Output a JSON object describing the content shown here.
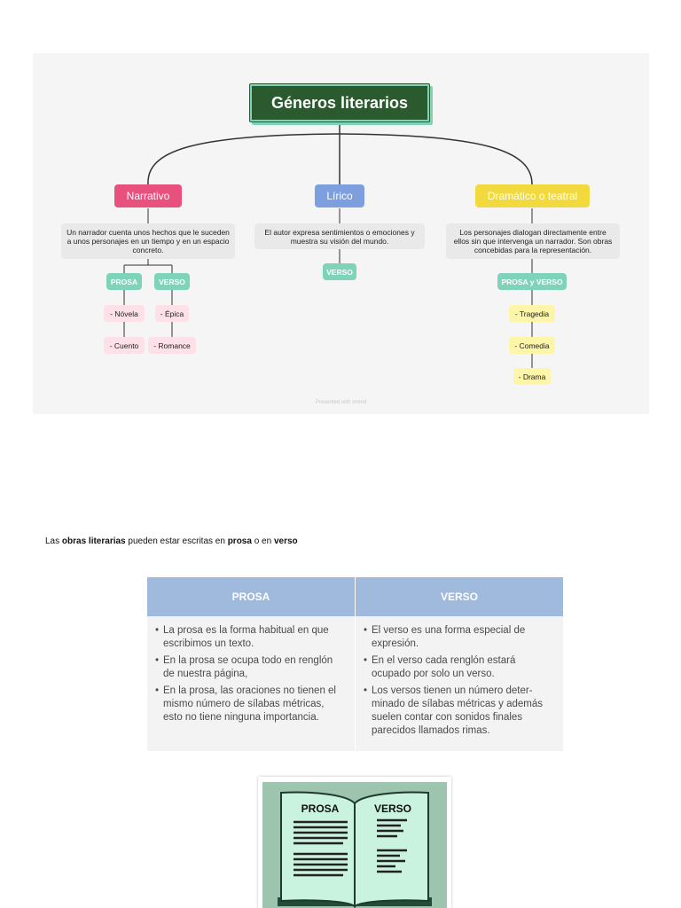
{
  "mindmap": {
    "title": "Géneros literarios",
    "narrativo": {
      "label": "Narrativo",
      "color": "#e8507e",
      "desc": "Un narrador cuenta unos hechos que le suceden a unos personajes en un tiempo y en un espacio concreto.",
      "forms": [
        {
          "label": "PROSA",
          "items": [
            "- Nóvela",
            "- Cuento"
          ]
        },
        {
          "label": "VERSO",
          "items": [
            "- Épica",
            "- Romance"
          ]
        }
      ]
    },
    "lirico": {
      "label": "Lírico",
      "color": "#7d9fde",
      "desc": "El autor expresa sentimientos o emociones y muestra su visión del mundo.",
      "form": "VERSO"
    },
    "dramatico": {
      "label": "Dramático o teatral",
      "color": "#f2d93e",
      "desc": "Los personajes dialogan directamente entre ellos sin que intervenga un narrador. Son obras concebidas para la representación.",
      "form": "PROSA y VERSO",
      "items": [
        "- Tragedia",
        "- Comedia",
        "- Drama"
      ]
    },
    "watermark": "Presented with xmind"
  },
  "intro": {
    "t1": "Las ",
    "b1": "obras literarias",
    "t2": " pueden estar escritas en ",
    "b2": "prosa",
    "t3": " o en ",
    "b3": "verso"
  },
  "table": {
    "headers": [
      "PROSA",
      "VERSO"
    ],
    "prosa": [
      "La prosa es la forma habitual en que escribimos un texto.",
      "En la prosa se ocupa todo en renglón de nuestra página,",
      "En la prosa, las oraciones no tienen el mismo número de sílabas métricas, esto no tiene ninguna importancia."
    ],
    "verso": [
      "El verso es una forma especial de expresión.",
      "En el verso cada renglón estará ocupado por solo un verso.",
      "Los versos tienen un número deter-minado de sílabas métricas y además suelen contar con sonidos finales parecidos llamados rimas."
    ]
  },
  "book": {
    "left": "PROSA",
    "right": "VERSO",
    "colors": {
      "frame": "#9cc4ae",
      "page": "#c9f2df",
      "cover": "#1f4d3a"
    }
  }
}
